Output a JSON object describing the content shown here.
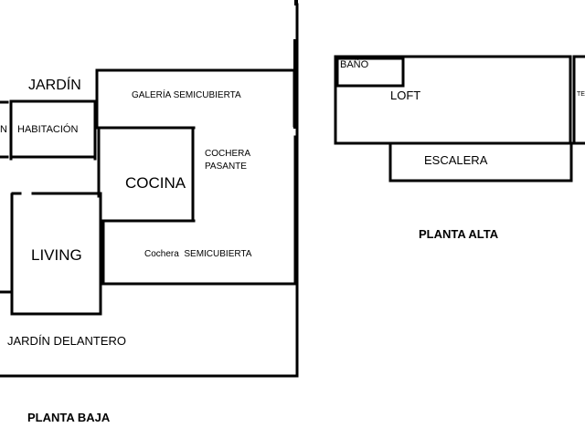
{
  "planta_baja": {
    "title": "PLANTA BAJA",
    "rooms": {
      "jardin": "JARDÍN",
      "galeria": "GALERÍA SEMICUBIERTA",
      "habitacion": "HABITACIÓN",
      "cochera_pasante_1": "COCHERA",
      "cochera_pasante_2": "PASANTE",
      "cocina": "COCINA",
      "living": "LIVING",
      "cochera_semicubierta": "Cochera  SEMICUBIERTA",
      "jardin_delantero": "JARDÍN DELANTERO",
      "left_fragment": "N"
    }
  },
  "planta_alta": {
    "title": "PLANTA ALTA",
    "rooms": {
      "bano": "BAÑO",
      "loft": "LOFT",
      "escalera": "ESCALERA",
      "right_fragment": "TE"
    }
  },
  "colors": {
    "wall": "#000000",
    "background": "#ffffff"
  }
}
